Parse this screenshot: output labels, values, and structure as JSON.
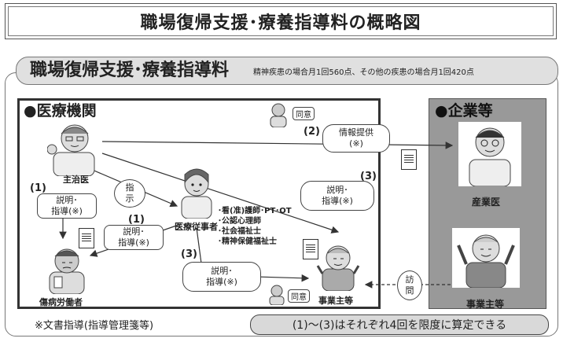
{
  "title": "職場復帰支援･療養指導料の概略図",
  "banner": {
    "title": "職場復帰支援･療養指導料",
    "points": "精神疾患の場合月1回560点、その他の疾患の場合月1回420点"
  },
  "medical": {
    "heading": "●医療機関",
    "doctor_label": "主治医",
    "instruction_bubble": [
      "指",
      "示"
    ],
    "staff_label": "医療従事者",
    "staff_roles": [
      "･看(准)護師･PT･OT",
      "･公認心理師",
      "･社会福祉士",
      "･精神保健福祉士"
    ],
    "patient_label": "傷病労働者",
    "consent_top": "同意",
    "consent_bottom": "同意",
    "step1a": {
      "num": "(1)",
      "lines": [
        "説明･",
        "指導(※)"
      ]
    },
    "step1b": {
      "num": "(1)",
      "lines": [
        "説明･",
        "指導(※)"
      ]
    },
    "step3a": {
      "num": "(3)",
      "lines": [
        "説明･",
        "指導(※)"
      ]
    },
    "step3b": {
      "num": "(3)",
      "lines": [
        "説明･",
        "指導(※)"
      ]
    },
    "step2": {
      "num": "(2)",
      "lines": [
        "情報提供",
        "(※)"
      ]
    }
  },
  "company": {
    "heading": "●企業等",
    "occ_doctor_label": "産業医",
    "employer_label": "事業主等",
    "visit_bubble": [
      "訪",
      "問"
    ]
  },
  "employer_in_medical_label": "事業主等",
  "footnote": "※文書指導(指導管理箋等)",
  "limit_note": "(1)～(3)はそれぞれ4回を限度に算定できる"
}
